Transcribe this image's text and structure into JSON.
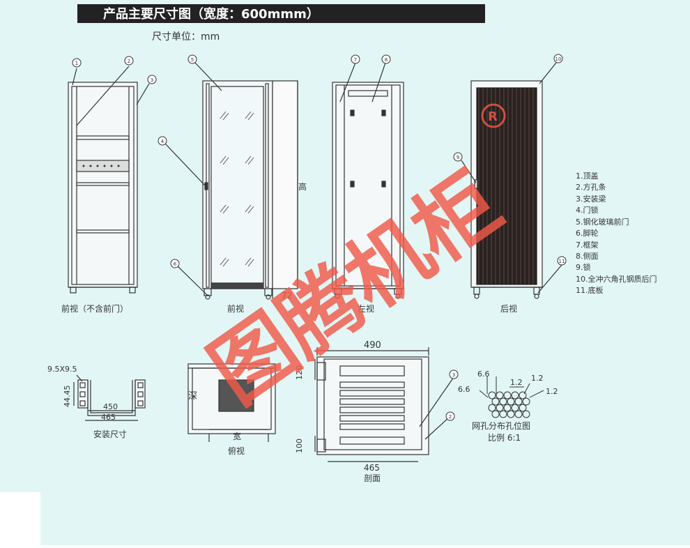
{
  "header": {
    "title": "产品主要尺寸图（宽度：600mmm）",
    "unit": "尺寸单位：mm"
  },
  "views": {
    "front_no_door": "前视（不含前门）",
    "front": "前视",
    "left": "左视",
    "rear": "后视",
    "top": "俯视",
    "section": "剖面",
    "install": "安装尺寸",
    "mesh": "网孔分布孔位图",
    "mesh_scale": "比例 6:1"
  },
  "callouts": [
    "1",
    "2",
    "3",
    "4",
    "5",
    "6",
    "7",
    "8",
    "9",
    "10",
    "11"
  ],
  "legend": [
    "1.顶盖",
    "2.方孔条",
    "3.安装梁",
    "4.门锁",
    "5.钢化玻璃前门",
    "6.脚轮",
    "7.框架",
    "8.侧面",
    "9.锁",
    "10.全冲六角孔钢质后门",
    "11.底板"
  ],
  "dims": {
    "height_label": "高",
    "base_72": "72",
    "install_hole": "9.5X9.5",
    "install_h": "44.45",
    "install_450": "450",
    "install_465": "465",
    "depth_label": "深",
    "width_label": "宽",
    "sec_490": "490",
    "sec_120": "120",
    "sec_100": "100",
    "sec_465": "465",
    "mesh_66a": "6.6",
    "mesh_66b": "6.6",
    "mesh_12a": "1.2",
    "mesh_12b": "1.2",
    "mesh_12c": "1.2"
  },
  "watermark": "图腾机柜",
  "colors": {
    "background": "#e3f6f6",
    "title_bar": "#222222",
    "watermark": "#f05a4a",
    "line": "#333333"
  }
}
